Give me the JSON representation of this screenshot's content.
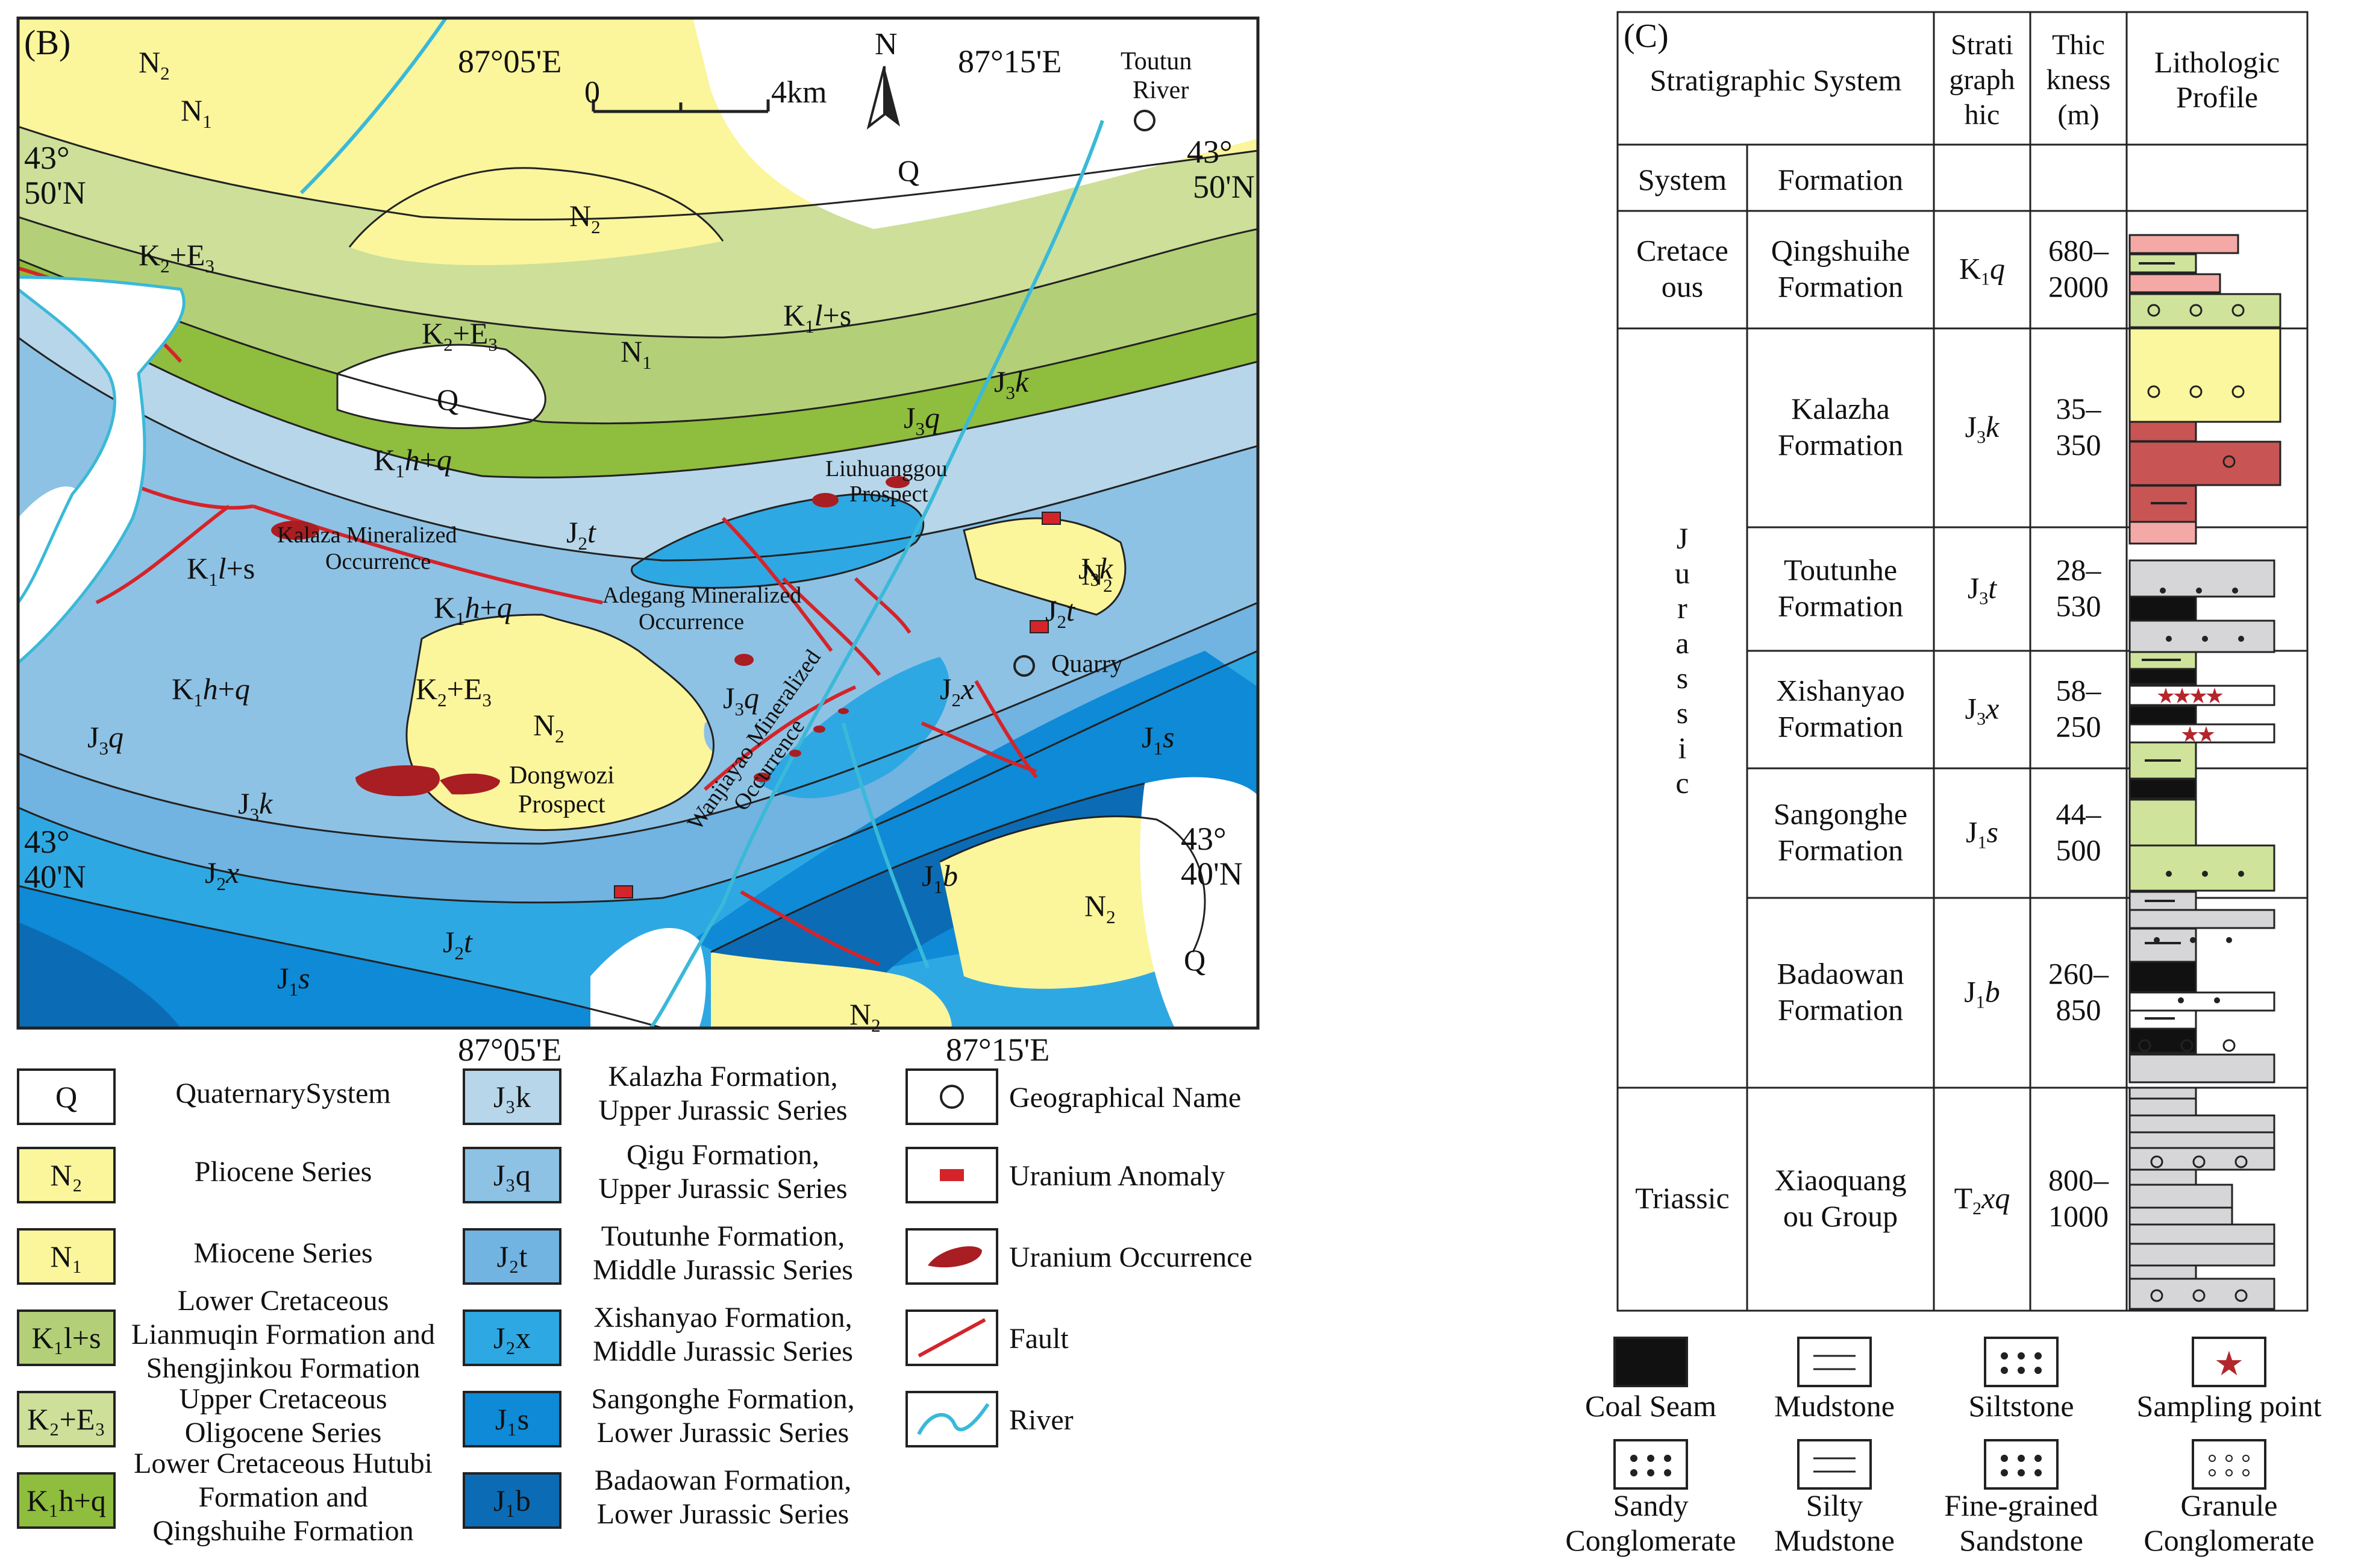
{
  "map": {
    "panel_label": "(B)",
    "coords": {
      "top_lon_1": "87°05'E",
      "top_lon_2": "87°15'E",
      "bottom_lon_1": "87°05'E",
      "bottom_lon_2": "87°15'E",
      "lat_50_left": [
        "43°",
        "50'N"
      ],
      "lat_50_right": [
        "43°",
        "50'N"
      ],
      "lat_40_left": [
        "43°",
        "40'N"
      ],
      "lat_40_right": [
        "43°",
        "40'N"
      ]
    },
    "scale": {
      "start": "0",
      "end": "4km"
    },
    "north": "N",
    "river_label": [
      "Toutun",
      "River"
    ],
    "quarry_label": "Quarry",
    "prospects": {
      "liuhuanggou": [
        "Liuhuanggou",
        "Prospect"
      ],
      "dongwozi": [
        "Dongwozi",
        "Prospect"
      ],
      "kalaza": [
        "Kalaza Mineralized",
        "Occurrence"
      ],
      "adegang": [
        "Adegang Mineralized",
        "Occurrence"
      ],
      "wanjiayao": [
        "Wanjiayao Mineralized",
        "Occurrence"
      ]
    },
    "units": {
      "Q": "Q",
      "N2": "N",
      "N2sub": "2",
      "N1": "N",
      "N1sub": "1",
      "K2E3": [
        "K",
        "2",
        "+E",
        "3"
      ],
      "K1ls": [
        "K",
        "1",
        "l",
        "+s"
      ],
      "K1hq": [
        "K",
        "1",
        "h",
        "+",
        "q"
      ],
      "J3k": [
        "J",
        "3",
        "k"
      ],
      "J3q": [
        "J",
        "3",
        "q"
      ],
      "J2t": [
        "J",
        "2",
        "t"
      ],
      "J2x": [
        "J",
        "2",
        "x"
      ],
      "J1s": [
        "J",
        "1",
        "s"
      ],
      "J1b": [
        "J",
        "1",
        "b"
      ]
    }
  },
  "legend": {
    "items": [
      {
        "code": "Q",
        "label": [
          "QuaternarySystem"
        ]
      },
      {
        "code": "N₂",
        "label": [
          "Pliocene Series"
        ]
      },
      {
        "code": "N₁",
        "label": [
          "Miocene Series"
        ]
      },
      {
        "code": "K₁l+s",
        "label": [
          "Lower Cretaceous",
          "Lianmuqin Formation and",
          "Shengjinkou Formation"
        ]
      },
      {
        "code": "K₂+E₃",
        "label": [
          "Upper Cretaceous",
          "Oligocene Series"
        ]
      },
      {
        "code": "K₁h+q",
        "label": [
          "Lower Cretaceous Hutubi",
          "Formation and",
          "Qingshuihe Formation"
        ]
      },
      {
        "code": "J₃k",
        "label": [
          "Kalazha Formation,",
          "Upper Jurassic Series"
        ]
      },
      {
        "code": "J₃q",
        "label": [
          "Qigu Formation,",
          "Upper Jurassic Series"
        ]
      },
      {
        "code": "J₂t",
        "label": [
          "Toutunhe Formation,",
          "Middle Jurassic Series"
        ]
      },
      {
        "code": "J₂x",
        "label": [
          "Xishanyao Formation,",
          "Middle Jurassic Series"
        ]
      },
      {
        "code": "J₁s",
        "label": [
          "Sangonghe Formation,",
          "Lower Jurassic Series"
        ]
      },
      {
        "code": "J₁b",
        "label": [
          "Badaowan Formation,",
          "Lower Jurassic Series"
        ]
      }
    ],
    "symbols": [
      "Geographical Name",
      "Uranium Anomaly",
      "Uranium Occurrence",
      "Fault",
      "River"
    ]
  },
  "column": {
    "panel_label": "(C)",
    "header": {
      "strat_system": "Stratigraphic System",
      "strati": [
        "Strati",
        "graph",
        "hic"
      ],
      "thick": [
        "Thic",
        "kness",
        "(m)"
      ],
      "litho": [
        "Lithologic",
        "Profile"
      ],
      "system": "System",
      "formation": "Formation"
    },
    "rows": [
      {
        "system": [
          "Cretace",
          "ous"
        ],
        "formation": [
          "Qingshuihe",
          "Formation"
        ],
        "symbol": [
          "K",
          "1",
          "q"
        ],
        "thickness": [
          "680–",
          "2000"
        ]
      },
      {
        "formation": [
          "Kalazha",
          "Formation"
        ],
        "symbol": [
          "J",
          "3",
          "k"
        ],
        "thickness": [
          "35–",
          "350"
        ]
      },
      {
        "formation": [
          "Toutunhe",
          "Formation"
        ],
        "symbol": [
          "J",
          "3",
          "t"
        ],
        "thickness": [
          "28–",
          "530"
        ]
      },
      {
        "formation": [
          "Xishanyao",
          "Formation"
        ],
        "symbol": [
          "J",
          "3",
          "x"
        ],
        "thickness": [
          "58–",
          "250"
        ]
      },
      {
        "formation": [
          "Sangonghe",
          "Formation"
        ],
        "symbol": [
          "J",
          "1",
          "s"
        ],
        "thickness": [
          "44–",
          "500"
        ]
      },
      {
        "formation": [
          "Badaowan",
          "Formation"
        ],
        "symbol": [
          "J",
          "1",
          "b"
        ],
        "thickness": [
          "260–",
          "850"
        ]
      },
      {
        "system": [
          "Triassic"
        ],
        "formation": [
          "Xiaoquang",
          "ou Group"
        ],
        "symbol": [
          "T",
          "2",
          "xq"
        ],
        "thickness": [
          "800–",
          "1000"
        ]
      }
    ],
    "jurassic_letters": [
      "J",
      "u",
      "r",
      "a",
      "s",
      "s",
      "i",
      "c"
    ]
  },
  "litho_legend": [
    {
      "name": [
        "Coal Seam"
      ]
    },
    {
      "name": [
        "Mudstone"
      ]
    },
    {
      "name": [
        "Siltstone"
      ]
    },
    {
      "name": [
        "Sampling point"
      ]
    },
    {
      "name": [
        "Sandy",
        "Conglomerate"
      ]
    },
    {
      "name": [
        "Silty",
        "Mudstone"
      ]
    },
    {
      "name": [
        "Fine-grained",
        "Sandstone"
      ]
    },
    {
      "name": [
        "Granule",
        "Conglomerate"
      ]
    }
  ],
  "colors": {
    "N": "#fbf59c",
    "K2E3": "#cddf99",
    "K1ls": "#b3d079",
    "K1hq": "#8fbd3d",
    "J3k": "#b7d6ea",
    "J3q": "#8ec2e4",
    "J2t": "#71b3e1",
    "J2x": "#2ea8e3",
    "J1s": "#0e8ad6",
    "J1b": "#0b6cb5",
    "fault": "#d4242a",
    "river": "#3ab9d8",
    "occurrence": "#a81e22"
  }
}
